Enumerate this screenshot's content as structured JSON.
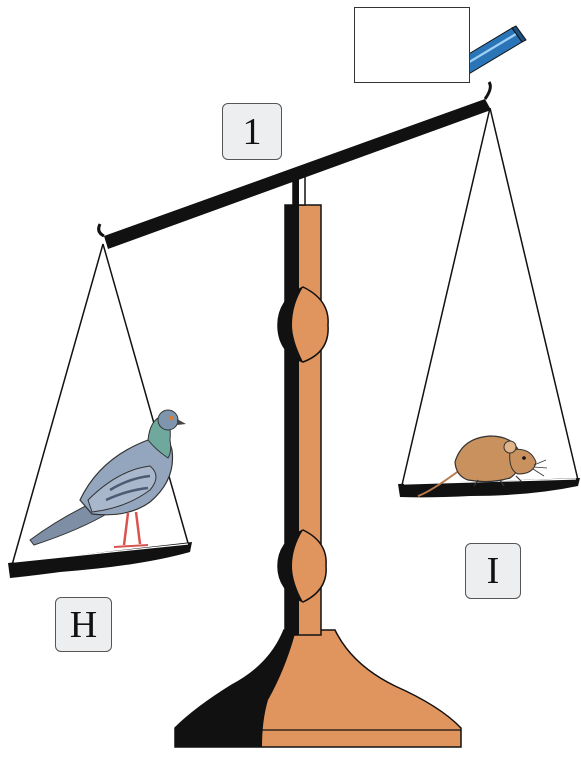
{
  "labels": {
    "beam": "1",
    "left_pan": "H",
    "right_pan": "I"
  },
  "answer_box": {
    "value": ""
  },
  "icons": {
    "pencil": "pencil-icon",
    "left_item": "pigeon",
    "right_item": "mouse"
  },
  "colors": {
    "stand_wood": "#e0955e",
    "stand_shadow": "#111111",
    "beam": "#111111",
    "pigeon_body": "#93a6be",
    "pigeon_neck": "#6fa89c",
    "mouse_body": "#c8915d",
    "pencil_body": "#2a74b8",
    "label_bg": "#eceeef"
  }
}
